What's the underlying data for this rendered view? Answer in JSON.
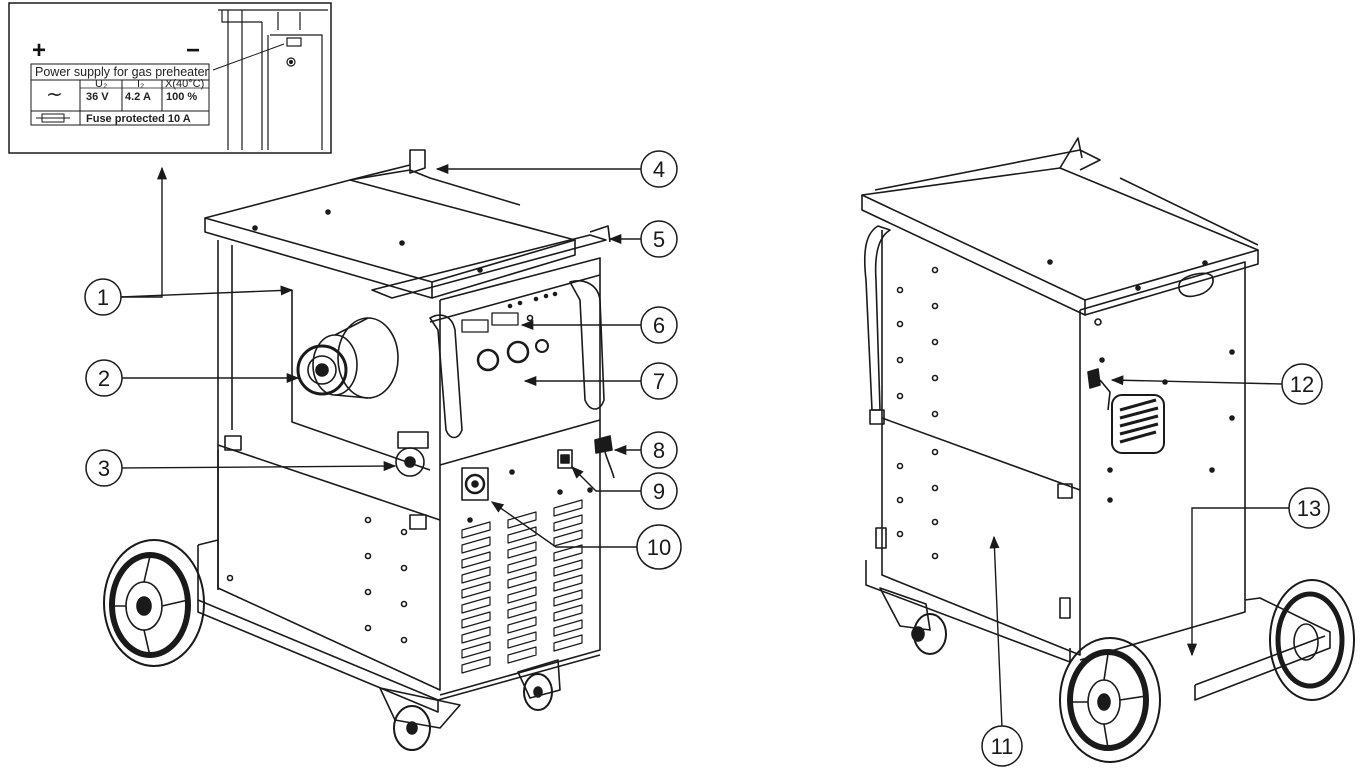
{
  "inset": {
    "plus_sign": "+",
    "minus_sign": "−",
    "title": "Power supply for gas preheater",
    "ac_symbol": "~",
    "headers": [
      "U₂",
      "I₂",
      "X(40°C)"
    ],
    "values": [
      "36 V",
      "4.2 A",
      "100 %"
    ],
    "fuse_text": "Fuse protected 10 A"
  },
  "callouts": [
    "1",
    "2",
    "3",
    "4",
    "5",
    "6",
    "7",
    "8",
    "9",
    "10",
    "11",
    "12",
    "13"
  ],
  "colors": {
    "line": "#1a1a1a",
    "background": "#ffffff"
  }
}
